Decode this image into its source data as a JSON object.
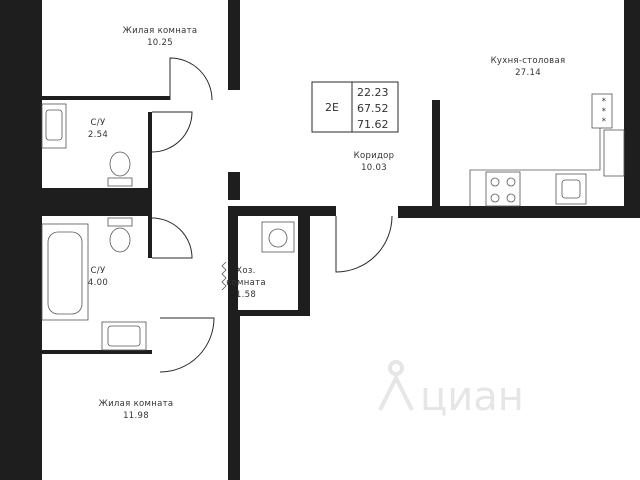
{
  "apartment": {
    "code": "2E",
    "areas": [
      "22.23",
      "67.52",
      "71.62"
    ]
  },
  "rooms": {
    "living_top": {
      "name": "Жилая комната",
      "area": "10.25"
    },
    "bath_top": {
      "name": "С/У",
      "area": "2.54"
    },
    "bath_bottom": {
      "name": "С/У",
      "area": "4.00"
    },
    "living_bottom": {
      "name": "Жилая комната",
      "area": "11.98"
    },
    "kitchen": {
      "name": "Кухня-столовая",
      "area": "27.14"
    },
    "corridor": {
      "name": "Коридор",
      "area": "10.03"
    },
    "storage": {
      "name_line1": "Хоз.",
      "name_line2": "комната",
      "area": "1.58"
    }
  },
  "watermark": {
    "text": "циан",
    "icon": "cian-logo-icon"
  },
  "colors": {
    "wall": "#1e1e1e",
    "background": "#ffffff",
    "watermark": "#e6e6e6"
  }
}
